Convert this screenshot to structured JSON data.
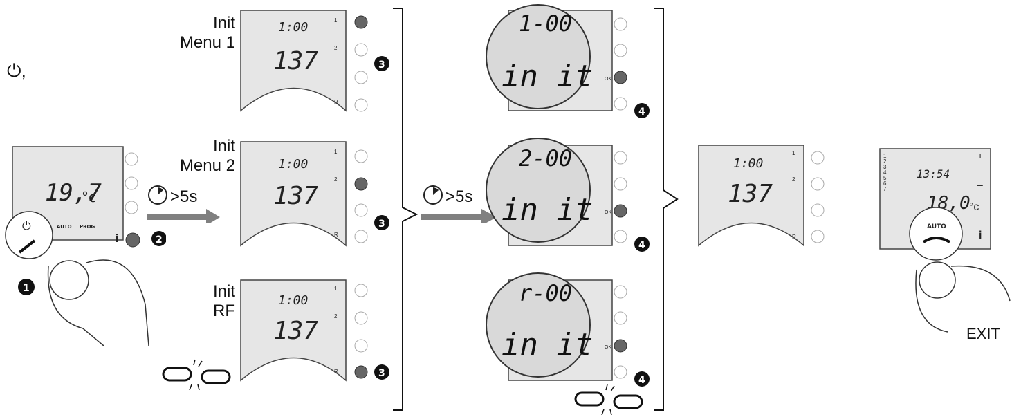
{
  "power_label": "⏻,",
  "start_device": {
    "temperature": "19,7",
    "unit": "°c",
    "mode_labels": [
      "AUTO",
      "PROG"
    ],
    "info_label": "i"
  },
  "steps": {
    "s1": "1",
    "s2": "2",
    "s3": "3",
    "s4": "4"
  },
  "timer": {
    "hold_label": ">5s"
  },
  "menus": [
    {
      "label_line1": "Init",
      "label_line2": "Menu 1",
      "time": "1:00",
      "code": "137",
      "buttons": [
        "1",
        "2",
        "",
        "R"
      ]
    },
    {
      "label_line1": "Init",
      "label_line2": "Menu 2",
      "time": "1:00",
      "code": "137",
      "buttons": [
        "1",
        "2",
        "",
        "R"
      ]
    },
    {
      "label_line1": "Init",
      "label_line2": "RF",
      "time": "1:00",
      "code": "137",
      "buttons": [
        "1",
        "2",
        "",
        "R"
      ]
    }
  ],
  "zooms": [
    {
      "code": "1-00",
      "word": "in it",
      "ok": "OK"
    },
    {
      "code": "2-00",
      "word": "in it",
      "ok": "OK"
    },
    {
      "code": "r-00",
      "word": "in it",
      "ok": "OK"
    }
  ],
  "result_device": {
    "time": "1:00",
    "code": "137",
    "buttons": [
      "1",
      "2",
      "",
      "R"
    ]
  },
  "exit_device": {
    "day_list": [
      "1",
      "2",
      "3",
      "4",
      "5",
      "6",
      "7"
    ],
    "time": "13:54",
    "temp": "18,0",
    "unit": "°c",
    "plus": "+",
    "minus": "–",
    "mode": "AUTO",
    "info": "i",
    "exit_label": "EXIT"
  }
}
